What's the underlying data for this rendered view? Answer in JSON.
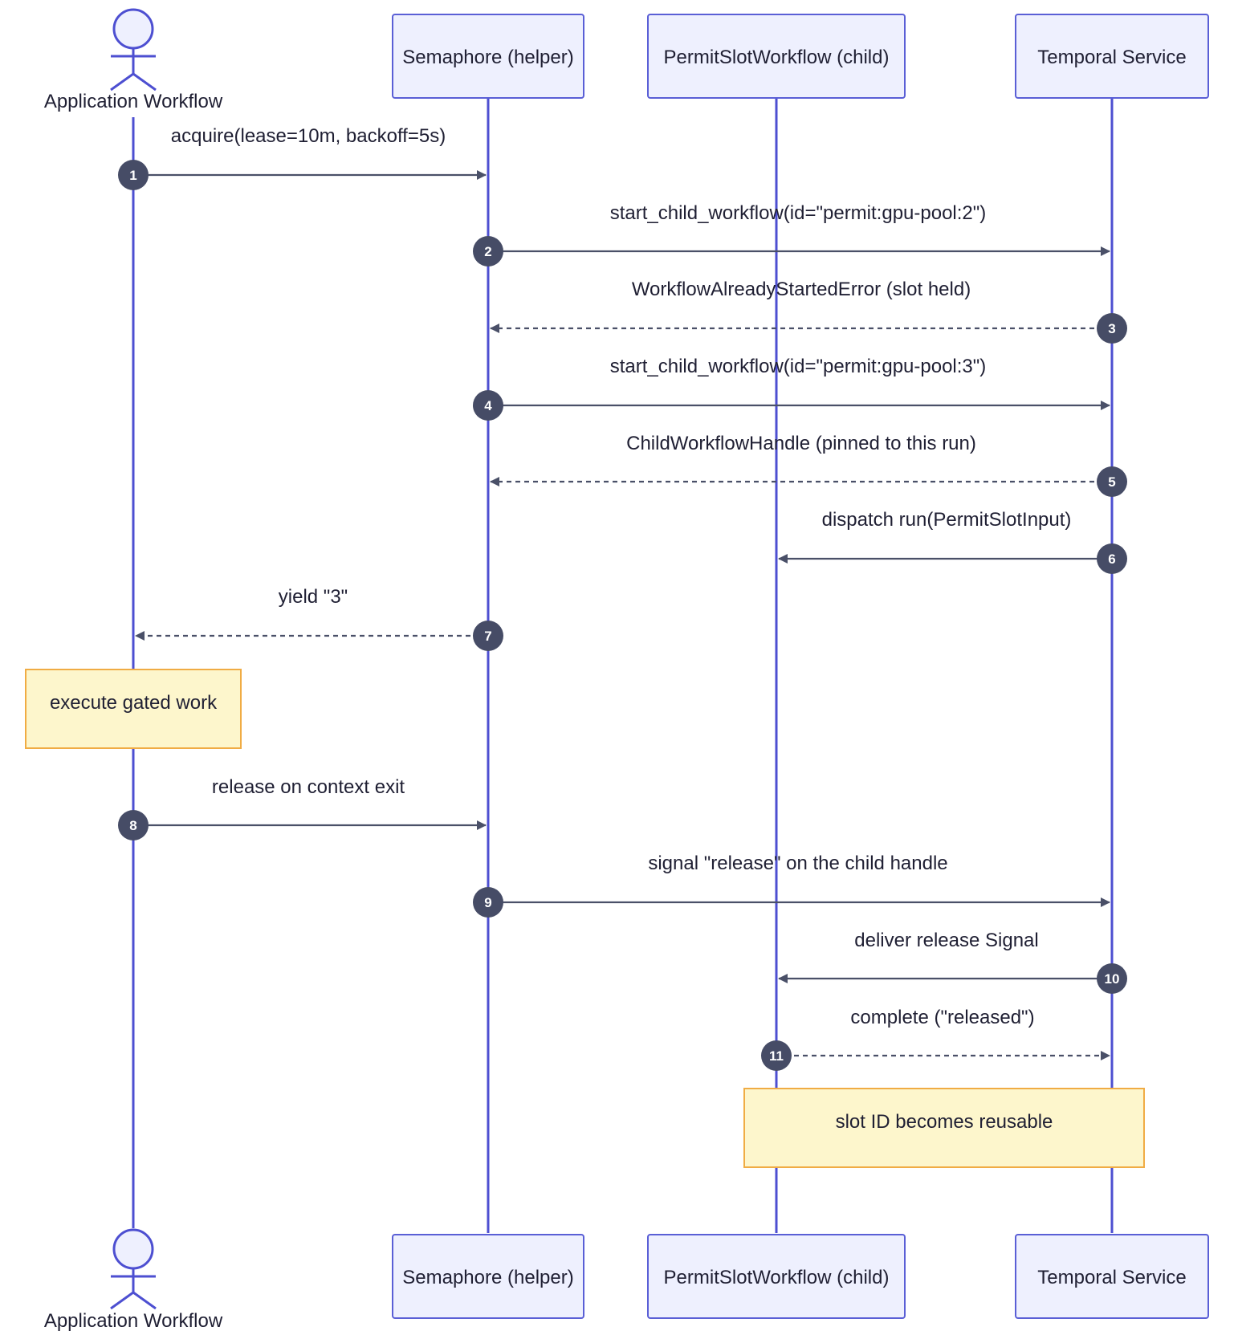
{
  "participants": [
    {
      "id": "app",
      "label": "Application Workflow",
      "kind": "actor"
    },
    {
      "id": "sem",
      "label": "Semaphore (helper)",
      "kind": "box"
    },
    {
      "id": "child",
      "label": "PermitSlotWorkflow (child)",
      "kind": "box"
    },
    {
      "id": "svc",
      "label": "Temporal Service",
      "kind": "box"
    }
  ],
  "messages": [
    {
      "n": "1",
      "from": "app",
      "to": "sem",
      "label": "acquire(lease=10m, backoff=5s)",
      "style": "solid"
    },
    {
      "n": "2",
      "from": "sem",
      "to": "svc",
      "label": "start_child_workflow(id=\"permit:gpu-pool:2\")",
      "style": "solid"
    },
    {
      "n": "3",
      "from": "svc",
      "to": "sem",
      "label": "WorkflowAlreadyStartedError (slot held)",
      "style": "dashed"
    },
    {
      "n": "4",
      "from": "sem",
      "to": "svc",
      "label": "start_child_workflow(id=\"permit:gpu-pool:3\")",
      "style": "solid"
    },
    {
      "n": "5",
      "from": "svc",
      "to": "sem",
      "label": "ChildWorkflowHandle (pinned to this run)",
      "style": "dashed"
    },
    {
      "n": "6",
      "from": "svc",
      "to": "child",
      "label": "dispatch run(PermitSlotInput)",
      "style": "solid"
    },
    {
      "n": "7",
      "from": "sem",
      "to": "app",
      "label": "yield \"3\"",
      "style": "dashed"
    },
    {
      "n": "8",
      "from": "app",
      "to": "sem",
      "label": "release on context exit",
      "style": "solid"
    },
    {
      "n": "9",
      "from": "sem",
      "to": "svc",
      "label": "signal \"release\" on the child handle",
      "style": "solid"
    },
    {
      "n": "10",
      "from": "svc",
      "to": "child",
      "label": "deliver release Signal",
      "style": "solid"
    },
    {
      "n": "11",
      "from": "child",
      "to": "svc",
      "label": "complete (\"released\")",
      "style": "dashed"
    }
  ],
  "notes": [
    {
      "id": "gated",
      "text": "execute gated work",
      "over": [
        "app"
      ]
    },
    {
      "id": "reusable",
      "text": "slot ID becomes reusable",
      "over": [
        "child",
        "svc"
      ]
    }
  ],
  "colors": {
    "lifeline": "#4d4fd1",
    "actor_fill": "#eef0fe",
    "note_fill": "#fdf6cc",
    "note_border": "#f0ac44",
    "arrow": "#4a5068"
  }
}
